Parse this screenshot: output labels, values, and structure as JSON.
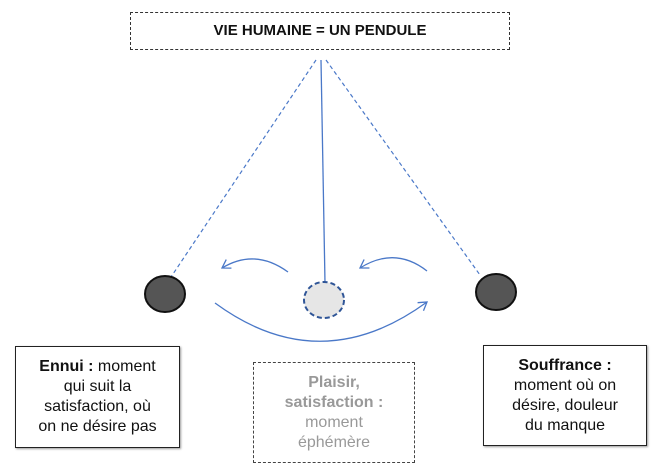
{
  "title": "VIE HUMAINE = UN PENDULE",
  "left": {
    "term": "Ennui :",
    "lines": [
      " moment",
      "qui suit la",
      "satisfaction, où",
      "on ne désire pas"
    ]
  },
  "middle": {
    "term1": "Plaisir,",
    "term2": "satisfaction :",
    "lines": [
      "moment",
      "éphémère"
    ]
  },
  "right": {
    "term": "Souffrance :",
    "lines": [
      "moment où on",
      "désire, douleur",
      "du manque"
    ]
  },
  "colors": {
    "line": "#4a78c8",
    "ball": "#555555",
    "ball_center": "#e6e6e6"
  }
}
